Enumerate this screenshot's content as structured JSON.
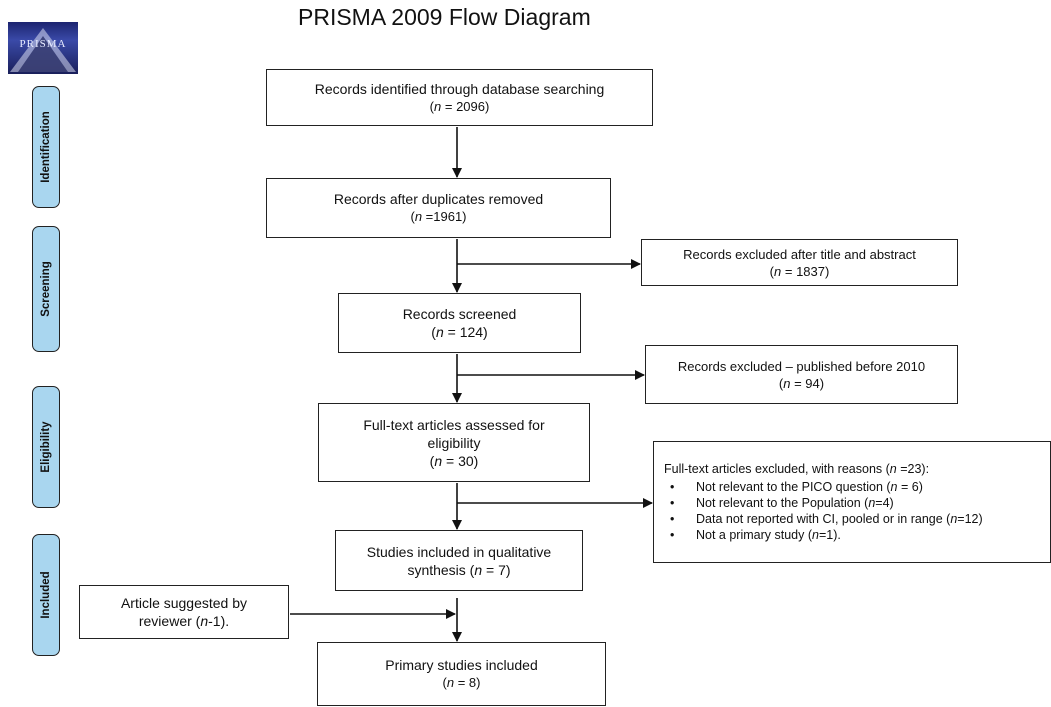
{
  "title": "PRISMA 2009 Flow Diagram",
  "logo_text": "PRISMA",
  "phases": {
    "identification": "Identification",
    "screening": "Screening",
    "eligibility": "Eligibility",
    "included": "Included"
  },
  "boxes": {
    "identified": {
      "text": "Records identified through database searching",
      "n_label": "n",
      "n_value": " = 2096)"
    },
    "duplicates": {
      "text": "Records after duplicates removed",
      "n_label": "n",
      "n_value": " =1961)"
    },
    "excluded_title": {
      "text": "Records excluded after title and abstract",
      "n_label": "n",
      "n_value": " = 1837)"
    },
    "screened": {
      "text": "Records screened",
      "n_label": "n",
      "n_value": " = 124)"
    },
    "excluded_2010": {
      "text": "Records excluded – published before 2010",
      "n_label": "n",
      "n_value": " = 94)"
    },
    "fulltext": {
      "text_line1": "Full-text articles assessed for",
      "text_line2": "eligibility",
      "n_label": "n",
      "n_value": " = 30)"
    },
    "fulltext_excluded": {
      "heading_pre": "Full-text articles excluded, with reasons (",
      "heading_n": "n",
      "heading_post": " =23):",
      "reasons": [
        {
          "pre": "Not relevant to the PICO question (",
          "n": "n",
          "post": " = 6)"
        },
        {
          "pre": "Not relevant to the Population (",
          "n": "n",
          "post": "=4)"
        },
        {
          "pre": "Data not reported with CI, pooled or in range (",
          "n": "n",
          "post": "=12)"
        },
        {
          "pre": "Not a primary study (",
          "n": "n",
          "post": "=1)."
        }
      ]
    },
    "qualitative": {
      "text_line1": "Studies included in qualitative",
      "text_line2_pre": "synthesis (",
      "n_label": "n",
      "n_value": " = 7)"
    },
    "suggested": {
      "text_line1": "Article suggested by",
      "text_line2_pre": "reviewer (",
      "n_label": "n",
      "n_value": "-1)."
    },
    "primary": {
      "text": "Primary studies included",
      "n_label": "n",
      "n_value": " = 8)"
    }
  }
}
